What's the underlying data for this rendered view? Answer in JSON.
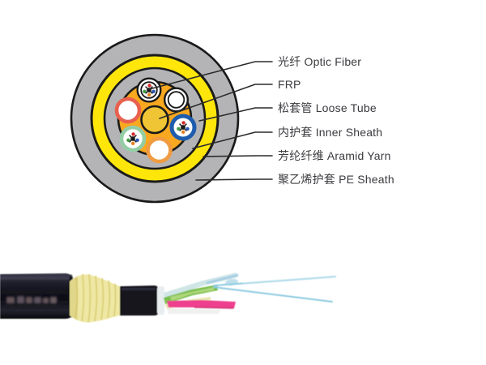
{
  "diagram": {
    "type": "fiber-optic-cable-cross-section",
    "labels": [
      {
        "id": "optic-fiber",
        "text": "光纤 Optic Fiber"
      },
      {
        "id": "frp",
        "text": "FRP"
      },
      {
        "id": "loose-tube",
        "text": "松套管 Loose Tube"
      },
      {
        "id": "inner-sheath",
        "text": "内护套 Inner Sheath"
      },
      {
        "id": "aramid-yarn",
        "text": "芳纶纤维 Aramid Yarn"
      },
      {
        "id": "pe-sheath",
        "text": "聚乙烯护套 PE Sheath"
      }
    ],
    "colors": {
      "pe_sheath_gray": "#b4b4b6",
      "aramid_yellow": "#ffe60a",
      "inner_sheath_gray": "#b4b4b6",
      "core_filler_orange": "#f9a81f",
      "frp_yellow": "#f0c535",
      "tube_red": "#e8604e",
      "tube_green": "#94cda5",
      "tube_orange": "#f09b41",
      "tube_blue": "#1e5cad",
      "outline_black": "#1a1a1a",
      "fiber_red": "#d42b28",
      "fiber_blue": "#2a57b5",
      "fiber_green": "#3f9c45",
      "fiber_orange": "#e6801f",
      "leader_line": "#2b2b2b",
      "label_text": "#3b3b3f"
    }
  },
  "photo": {
    "colors": {
      "jacket_black": "#12121a",
      "aramid_pale_yellow": "#efe8a4",
      "inner_sheath_black": "#14141c",
      "tube_green": "#7cbf4e",
      "tube_pink": "#ee3f8e",
      "tube_cyan": "#cfe5e6",
      "fiber_light_blue": "#8ecbe0"
    }
  }
}
